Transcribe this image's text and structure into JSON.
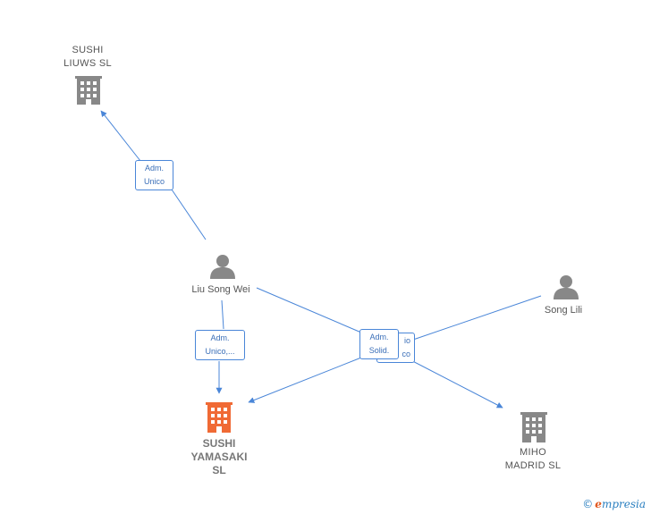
{
  "nodes": {
    "sushi_liuws": {
      "label": "SUSHI\nLIUWS SL",
      "type": "company"
    },
    "liu_song_wei": {
      "label": "Liu Song Wei",
      "type": "person"
    },
    "song_lili": {
      "label": "Song Lili",
      "type": "person"
    },
    "sushi_yamasaki": {
      "label": "SUSHI\nYAMASAKI\nSL",
      "type": "company-main"
    },
    "miho_madrid": {
      "label": "MIHO\nMADRID SL",
      "type": "company"
    }
  },
  "edges": {
    "liu_to_liuws": {
      "label": "Adm.\nUnico"
    },
    "liu_to_yamasaki": {
      "label": "Adm.\nUnico,..."
    },
    "liu_to_miho": {
      "label": "Adm.\nSolid."
    },
    "song_to_miho": {
      "label": "io\nco"
    }
  },
  "colors": {
    "edge": "#4a86d8",
    "company": "#888888",
    "main_company": "#f06a35",
    "person": "#888888"
  },
  "footer": {
    "copyright": "©",
    "brand_e": "e",
    "brand_rest": "mpresia"
  }
}
